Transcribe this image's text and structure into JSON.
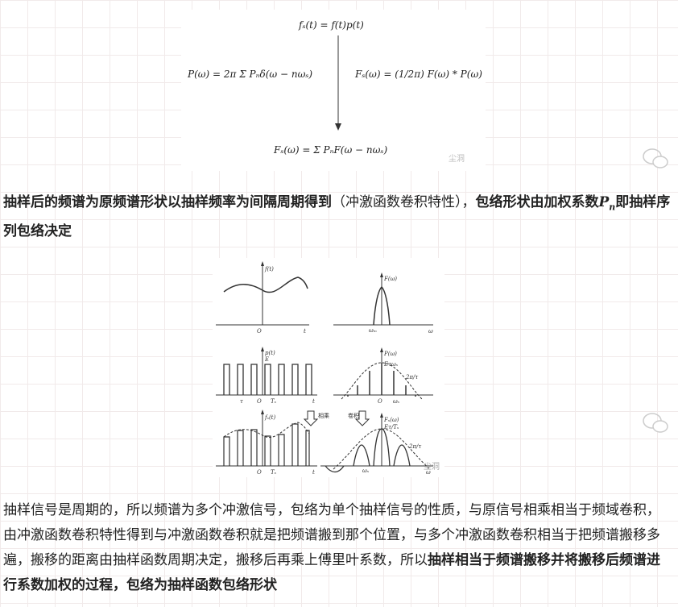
{
  "formula_figure": {
    "eq_top": "fₛ(t) = f(t)p(t)",
    "eq_left": "P(ω) = 2π Σ Pₙδ(ω − nωₛ)",
    "eq_right": "Fₛ(ω) = (1/2π) F(ω) * P(ω)",
    "eq_bottom": "Fₛ(ω) = Σ PₙF(ω − nωₛ)"
  },
  "paragraph1": {
    "bold_start": "抽样后的频谱为原频谱形状以抽样频率为间隔周期得到",
    "normal_paren": "（冲激函数卷积特性），",
    "bold_mid": "包络形状由加权系数",
    "pn_symbol": "P",
    "pn_sub": "n",
    "bold_end": "即抽样序列包络决定"
  },
  "spectrum_figure": {
    "labels": {
      "ft": "f(t)",
      "Fw": "F(ω)",
      "pt": "p(t)",
      "Pw": "P(ω)",
      "fst": "fₛ(t)",
      "Fsw": "Fₛ(ω)",
      "E": "E",
      "origin": "O",
      "t": "t",
      "w": "ω",
      "Ts": "Tₛ",
      "tau": "τ",
      "Etau_ws": "Eτωₛ",
      "Etau_Ts": "Eτ/Tₛ",
      "two_pi_tau": "2π/τ",
      "wm": "ωₘ",
      "ws": "ωₛ",
      "mul": "相乘",
      "conv": "卷积"
    }
  },
  "paragraph2": {
    "normal": "抽样信号是周期的，所以频谱为多个冲激信号，包络为单个抽样信号的性质，与原信号相乘相当于频域卷积，由冲激函数卷积特性得到与冲激函数卷积就是把频谱搬到那个位置，与多个冲激函数卷积相当于把频谱搬移多遍，搬移的距离由抽样函数周期决定，搬移后再乘上傅里叶系数，所以",
    "bold": "抽样相当于频谱搬移并将搬移后频谱进行系数加权的过程，包络为抽样函数包络形状"
  },
  "watermark": {
    "text1": "尘洞",
    "text2": "尘洞"
  }
}
